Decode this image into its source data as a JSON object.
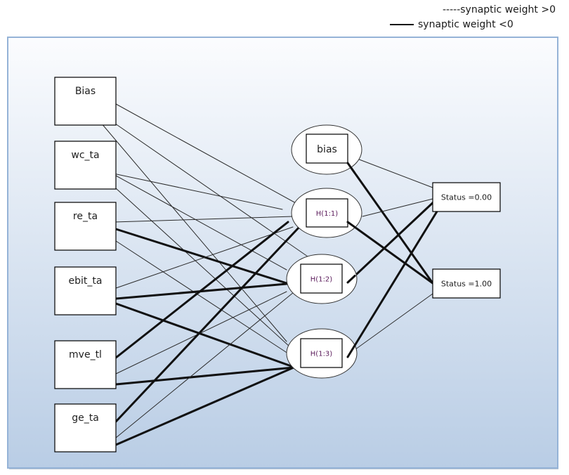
{
  "legend": {
    "positive_label": "-----synaptic  weight  >0",
    "negative_label": "synaptic  weight  <0"
  },
  "colors": {
    "frame_top": "#fbfcfe",
    "frame_bottom": "#b9cde5",
    "frame_border": "#95b3d7",
    "edge": "#111111",
    "node_fill": "#ffffff",
    "hidden_label": "#5a1a5a"
  },
  "input_layer": [
    {
      "id": "in_bias",
      "label": "Bias"
    },
    {
      "id": "in_wc_ta",
      "label": "wc_ta"
    },
    {
      "id": "in_re_ta",
      "label": "re_ta"
    },
    {
      "id": "in_ebit_ta",
      "label": "ebit_ta"
    },
    {
      "id": "in_mve_tl",
      "label": "mve_tl"
    },
    {
      "id": "in_ge_ta",
      "label": "ge_ta"
    }
  ],
  "hidden_layer": [
    {
      "id": "h_bias",
      "label": "bias"
    },
    {
      "id": "h11",
      "label": "H(1:1)"
    },
    {
      "id": "h12",
      "label": "H(1:2)"
    },
    {
      "id": "h13",
      "label": "H(1:3)"
    }
  ],
  "output_layer": [
    {
      "id": "out0",
      "label": "Status =0.00"
    },
    {
      "id": "out1",
      "label": "Status =1.00"
    }
  ],
  "connections": [
    {
      "from": "in_bias",
      "to": "h11",
      "sign": "positive"
    },
    {
      "from": "in_bias",
      "to": "h12",
      "sign": "positive"
    },
    {
      "from": "in_bias",
      "to": "h13",
      "sign": "positive"
    },
    {
      "from": "in_wc_ta",
      "to": "h11",
      "sign": "positive"
    },
    {
      "from": "in_wc_ta",
      "to": "h12",
      "sign": "positive"
    },
    {
      "from": "in_wc_ta",
      "to": "h13",
      "sign": "positive"
    },
    {
      "from": "in_re_ta",
      "to": "h11",
      "sign": "positive"
    },
    {
      "from": "in_re_ta",
      "to": "h12",
      "sign": "negative"
    },
    {
      "from": "in_re_ta",
      "to": "h13",
      "sign": "positive"
    },
    {
      "from": "in_ebit_ta",
      "to": "h11",
      "sign": "positive"
    },
    {
      "from": "in_ebit_ta",
      "to": "h12",
      "sign": "negative"
    },
    {
      "from": "in_ebit_ta",
      "to": "h13",
      "sign": "negative"
    },
    {
      "from": "in_mve_tl",
      "to": "h11",
      "sign": "negative"
    },
    {
      "from": "in_mve_tl",
      "to": "h12",
      "sign": "positive"
    },
    {
      "from": "in_mve_tl",
      "to": "h13",
      "sign": "negative"
    },
    {
      "from": "in_ge_ta",
      "to": "h11",
      "sign": "negative"
    },
    {
      "from": "in_ge_ta",
      "to": "h12",
      "sign": "positive"
    },
    {
      "from": "in_ge_ta",
      "to": "h13",
      "sign": "negative"
    },
    {
      "from": "h_bias",
      "to": "out0",
      "sign": "positive"
    },
    {
      "from": "h_bias",
      "to": "out1",
      "sign": "negative"
    },
    {
      "from": "h11",
      "to": "out0",
      "sign": "positive"
    },
    {
      "from": "h11",
      "to": "out1",
      "sign": "negative"
    },
    {
      "from": "h12",
      "to": "out0",
      "sign": "negative"
    },
    {
      "from": "h13",
      "to": "out0",
      "sign": "negative"
    },
    {
      "from": "h13",
      "to": "out1",
      "sign": "positive"
    }
  ]
}
